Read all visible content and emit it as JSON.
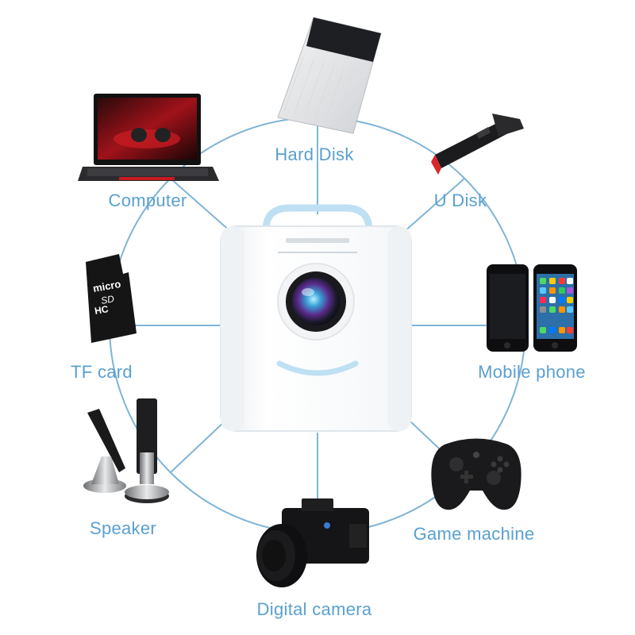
{
  "center_device": "projector",
  "colors": {
    "connector_line": "#7fb4d6",
    "label_text": "#5aa0cf",
    "projector_body": "#ffffff",
    "projector_accent": "#bfe0f2"
  },
  "devices": [
    {
      "id": "hard-disk",
      "label": "Hard Disk",
      "icon": "hard-disk-icon"
    },
    {
      "id": "u-disk",
      "label": "U Disk",
      "icon": "usb-drive-icon"
    },
    {
      "id": "mobile-phone",
      "label": "Mobile phone",
      "icon": "smartphone-icon"
    },
    {
      "id": "game-machine",
      "label": "Game machine",
      "icon": "gamepad-icon"
    },
    {
      "id": "digital-camera",
      "label": "Digital camera",
      "icon": "camera-icon"
    },
    {
      "id": "speaker",
      "label": "Speaker",
      "icon": "speaker-icon"
    },
    {
      "id": "tf-card",
      "label": "TF card",
      "icon": "microsd-card-icon"
    },
    {
      "id": "computer",
      "label": "Computer",
      "icon": "laptop-icon"
    }
  ],
  "tf_card_text": {
    "line1": "micro",
    "line2": "SD",
    "line3": "HC"
  }
}
